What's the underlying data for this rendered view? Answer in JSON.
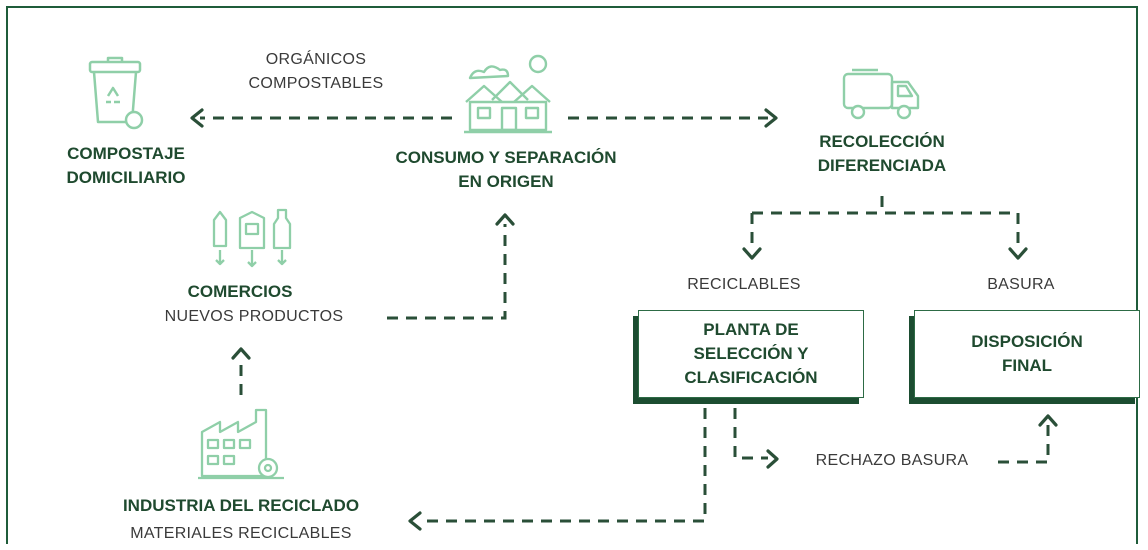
{
  "colors": {
    "frame": "#1f5c3a",
    "dash": "#2a4f38",
    "icon": "#8fcfa8",
    "text_bold": "#1f4a2f",
    "box_shadow": "#1c4d31"
  },
  "nodes": {
    "compostaje": {
      "title": "COMPOSTAJE\nDOMICILIARIO",
      "icon": "compost-bin-icon"
    },
    "organicos": {
      "label": "ORGÁNICOS\nCOMPOSTABLES"
    },
    "consumo": {
      "title": "CONSUMO Y SEPARACIÓN\nEN ORIGEN",
      "icon": "houses-icon"
    },
    "recoleccion": {
      "title": "RECOLECCIÓN\nDIFERENCIADA",
      "icon": "garbage-truck-icon"
    },
    "comercios": {
      "title": "COMERCIOS",
      "subtitle": "NUEVOS PRODUCTOS",
      "icon": "bottles-icon"
    },
    "reciclables": {
      "label": "RECICLABLES"
    },
    "basura": {
      "label": "BASURA"
    },
    "planta": {
      "title": "PLANTA DE\nSELECCIÓN Y\nCLASIFICACIÓN"
    },
    "disposicion": {
      "title": "DISPOSICIÓN\nFINAL"
    },
    "rechazo": {
      "label": "RECHAZO BASURA"
    },
    "industria": {
      "title": "INDUSTRIA DEL RECICLADO",
      "subtitle": "MATERIALES RECICLABLES",
      "icon": "factory-icon"
    }
  }
}
